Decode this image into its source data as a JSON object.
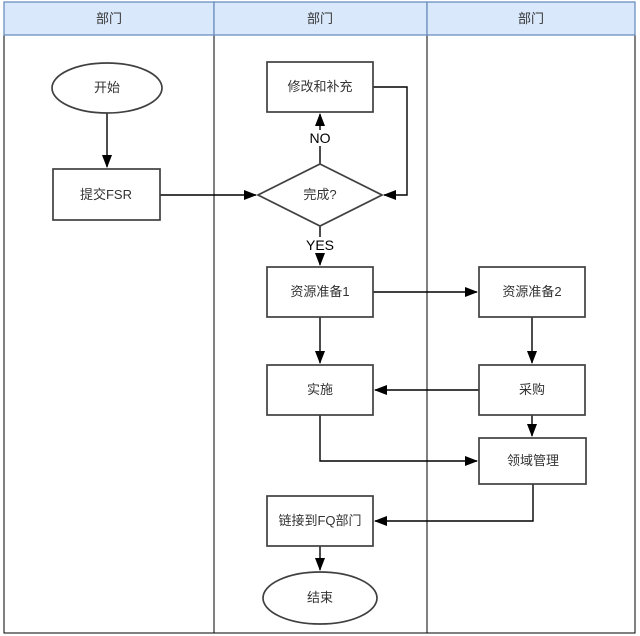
{
  "diagram": {
    "type": "swimlane-flowchart",
    "lanes": [
      {
        "label": "部门"
      },
      {
        "label": "部门"
      },
      {
        "label": "部门"
      }
    ],
    "nodes": {
      "start": {
        "label": "开始",
        "shape": "ellipse"
      },
      "submit_fsr": {
        "label": "提交FSR",
        "shape": "rect"
      },
      "modify_supplement": {
        "label": "修改和补充",
        "shape": "rect"
      },
      "complete_decision": {
        "label": "完成?",
        "shape": "diamond"
      },
      "resource_prep_1": {
        "label": "资源准备1",
        "shape": "rect"
      },
      "resource_prep_2": {
        "label": "资源准备2",
        "shape": "rect"
      },
      "implementation": {
        "label": "实施",
        "shape": "rect"
      },
      "procurement": {
        "label": "采购",
        "shape": "rect"
      },
      "domain_management": {
        "label": "领域管理",
        "shape": "rect"
      },
      "link_to_fq": {
        "label": "链接到FQ部门",
        "shape": "rect"
      },
      "end": {
        "label": "结束",
        "shape": "ellipse"
      }
    },
    "edge_labels": {
      "no": "NO",
      "yes": "YES"
    },
    "colors": {
      "lane_header_fill": "#dae8fc",
      "lane_header_border": "#6c8ebf",
      "lane_body_border": "#000000",
      "node_border": "#404040",
      "node_fill": "#ffffff",
      "connector": "#000000",
      "text": "#333333"
    }
  }
}
